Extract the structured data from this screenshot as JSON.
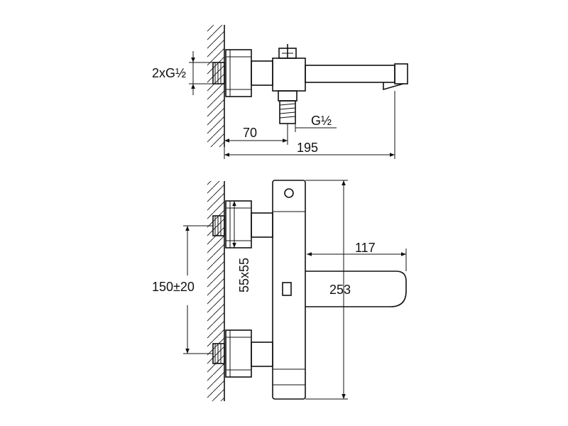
{
  "dimensions": {
    "inlet_thread": "2xG½",
    "outlet_thread": "G½",
    "spout_offset": "70",
    "overall_depth": "195",
    "inlet_spacing": "150±20",
    "escutcheon_size": "55x55",
    "spout_projection": "117",
    "body_height": "253"
  }
}
